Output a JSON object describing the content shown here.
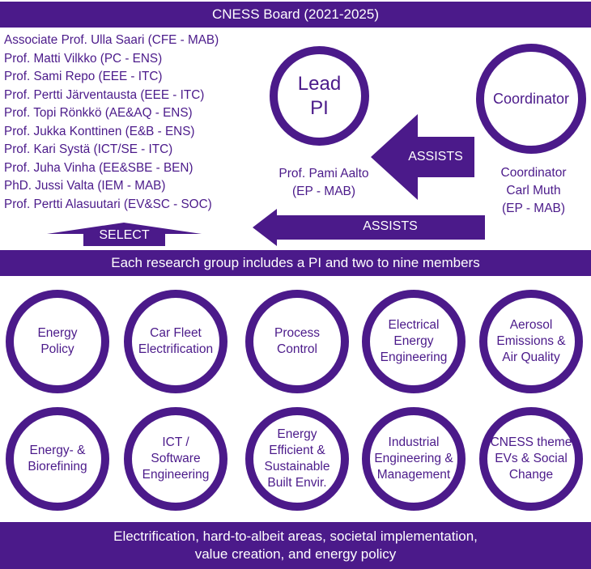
{
  "board": {
    "title": "CNESS Board (2021-2025)"
  },
  "members": [
    "Associate Prof. Ulla Saari (CFE - MAB)",
    "Prof. Matti Vilkko (PC - ENS)",
    "Prof. Sami Repo (EEE - ITC)",
    "Prof. Pertti Järventausta (EEE - ITC)",
    "Prof. Topi Rönkkö (AE&AQ - ENS)",
    "Prof. Jukka Konttinen (E&B - ENS)",
    "Prof. Kari Systä (ICT/SE - ITC)",
    "Prof. Juha Vinha (EE&SBE - BEN)",
    "PhD. Jussi Valta (IEM - MAB)",
    "Prof. Pertti Alasuutari (EV&SC - SOC)"
  ],
  "lead_pi": {
    "label": "Lead\nPI",
    "name": "Prof. Pami Aalto\n(EP - MAB)"
  },
  "coordinator": {
    "label": "Coordinator",
    "name": "Coordinator\nCarl Muth\n(EP - MAB)"
  },
  "arrows": {
    "assists_upper": "ASSISTS",
    "assists_lower": "ASSISTS",
    "select": "SELECT"
  },
  "research_bar": "Each research group includes a PI and two to nine members",
  "groups": [
    "Energy\nPolicy",
    "Car Fleet\nElectrification",
    "Process\nControl",
    "Electrical\nEnergy\nEngineering",
    "Aerosol\nEmissions &\nAir Quality",
    "Energy- &\nBiorefining",
    "ICT /\nSoftware\nEngineering",
    "Energy\nEfficient &\nSustainable\nBuilt Envir.",
    "Industrial\nEngineering &\nManagement",
    "CNESS theme\nEVs & Social\nChange"
  ],
  "bottom_bar": {
    "line1": "Electrification, hard-to-albeit areas, societal implementation,",
    "line2": "value creation, and energy policy"
  },
  "colors": {
    "primary": "#4b1a8a",
    "background": "#ffffff",
    "bar_text": "#ffffff"
  }
}
